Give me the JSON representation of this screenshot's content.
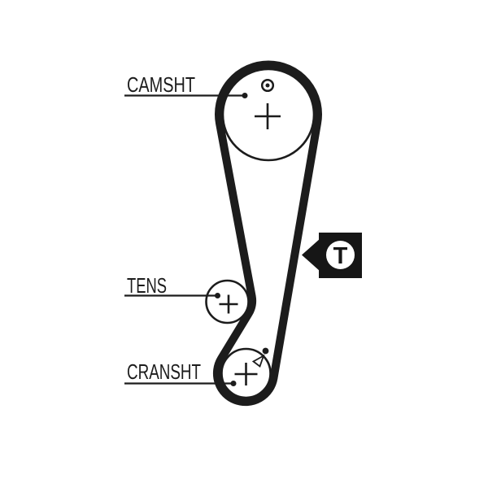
{
  "diagram": {
    "type": "timing-belt-routing-diagram",
    "background_color": "#ffffff",
    "line_color": "#1c1c1c",
    "labels": {
      "camshaft": "CAMSHT",
      "tensioner": "TENS",
      "crankshaft": "CRANSHT"
    },
    "marker": {
      "symbol": "T"
    },
    "components": {
      "camshaft_pulley_marks": [
        "circled-dot-timing-mark",
        "center-cross"
      ],
      "tensioner_pulley_marks": [
        "center-cross"
      ],
      "crankshaft_pulley_marks": [
        "center-cross",
        "timing-dot",
        "direction-arrowhead"
      ]
    }
  }
}
